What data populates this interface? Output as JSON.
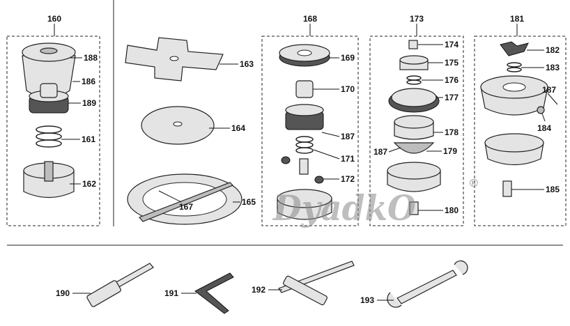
{
  "title": "Trimmer head parts diagram",
  "labels": [
    "160",
    "188",
    "186",
    "189",
    "161",
    "162",
    "163",
    "164",
    "167",
    "165",
    "168",
    "169",
    "170",
    "187",
    "171",
    "172",
    "173",
    "174",
    "175",
    "176",
    "177",
    "178",
    "187",
    "179",
    "180",
    "181",
    "182",
    "183",
    "187",
    "184",
    "185",
    "190",
    "191",
    "192",
    "193"
  ],
  "watermark": {
    "text": "DyadkO",
    "mark": "®"
  }
}
